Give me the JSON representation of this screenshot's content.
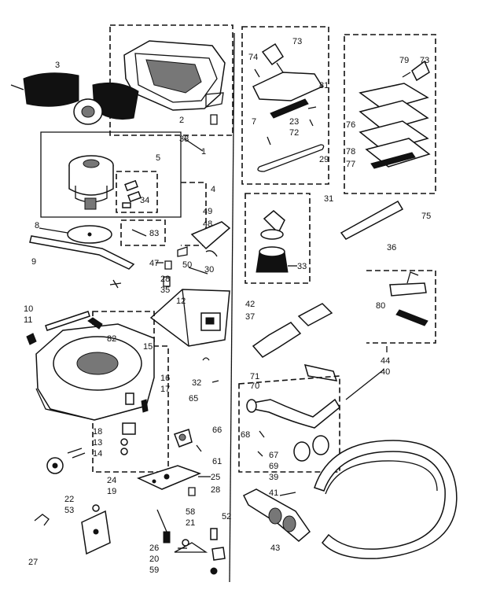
{
  "callouts": {
    "c1": "1",
    "c2": "2",
    "c3": "3",
    "c4": "4",
    "c5": "5",
    "c7": "7",
    "c8": "8",
    "c9": "9",
    "c10": "10",
    "c11": "11",
    "c12": "12",
    "c13": "13",
    "c14": "14",
    "c15": "15",
    "c16": "16",
    "c17": "17",
    "c18": "18",
    "c19": "19",
    "c20": "20",
    "c21": "21",
    "c22": "22",
    "c23": "23",
    "c24": "24",
    "c25": "25",
    "c26": "26",
    "c27": "27",
    "c28a": "28",
    "c28b": "28",
    "c29": "29",
    "c30": "30",
    "c31": "31",
    "c32": "32",
    "c33": "33",
    "c34": "34",
    "c35": "35",
    "c36": "36",
    "c37": "37",
    "c38": "38",
    "c39": "39",
    "c40": "40",
    "c41": "41",
    "c42": "42",
    "c43": "43",
    "c44": "44",
    "c47": "47",
    "c48": "48",
    "c49": "49",
    "c50": "50",
    "c52": "52",
    "c53": "53",
    "c58": "58",
    "c59": "59",
    "c61": "61",
    "c65": "65",
    "c66": "66",
    "c67": "67",
    "c68": "68",
    "c69": "69",
    "c70": "70",
    "c71": "71",
    "c72": "72",
    "c73a": "73",
    "c73b": "73",
    "c74": "74",
    "c75": "75",
    "c76": "76",
    "c77": "77",
    "c78": "78",
    "c79": "79",
    "c80": "80",
    "c81": "81",
    "c82": "82",
    "c83": "83"
  }
}
